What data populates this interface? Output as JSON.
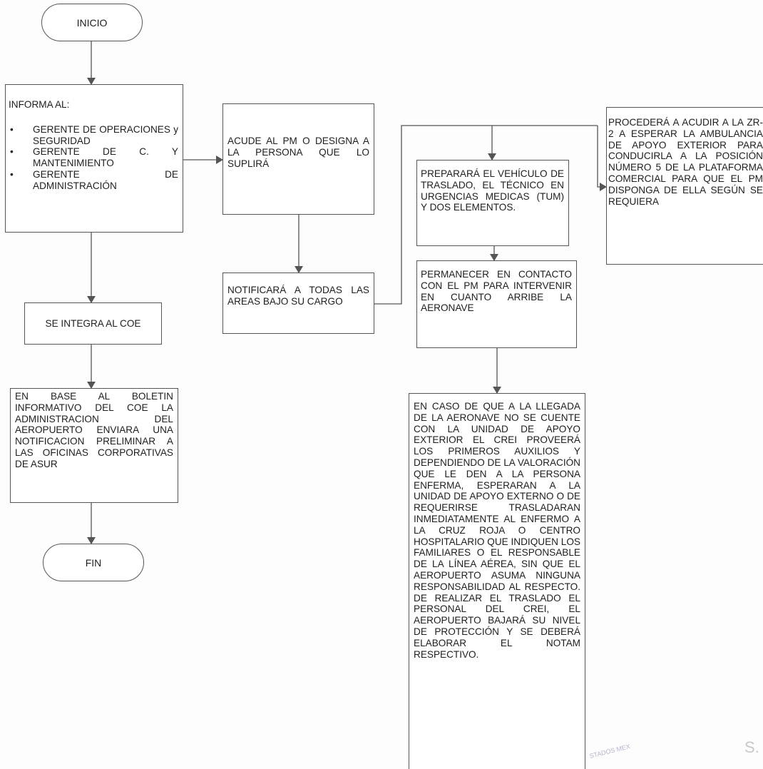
{
  "flow": {
    "start": "INICIO",
    "end": "FIN",
    "inform": {
      "heading": "INFORMA AL:",
      "items": [
        "GERENTE DE OPERACIONES y SEGURIDAD",
        "GERENTE DE C. Y MANTENIMIENTO",
        "GERENTE DE ADMINISTRACIÓN"
      ]
    },
    "coe": "SE INTEGRA AL COE",
    "boletin": "EN BASE AL BOLETIN INFORMATIVO DEL COE LA ADMINISTRACION DEL AEROPUERTO ENVIARA UNA NOTIFICACION PRELIMINAR A LAS OFICINAS CORPORATIVAS DE ASUR",
    "acude": "ACUDE AL PM O DESIGNA A LA PERSONA QUE LO SUPLIRÁ",
    "notificara": "NOTIFICARÁ A TODAS LAS AREAS BAJO SU CARGO",
    "preparara": "PREPARARÁ EL VEHÍCULO DE TRASLADO, EL TÉCNICO EN URGENCIAS MEDICAS (TUM) Y DOS ELEMENTOS.",
    "permanecer": "PERMANECER EN CONTACTO CON EL PM PARA INTERVENIR EN CUANTO ARRIBE LA AERONAVE",
    "caso": "EN CASO DE QUE A LA LLEGADA DE LA AERONAVE NO SE CUENTE CON LA UNIDAD DE APOYO EXTERIOR EL CREI PROVEERÁ LOS PRIMEROS AUXILIOS Y DEPENDIENDO DE LA VALORACIÓN QUE LE DEN A LA PERSONA ENFERMA, ESPERARAN A LA UNIDAD DE APOYO EXTERNO O DE REQUERIRSE TRASLADARAN INMEDIATAMENTE AL ENFERMO A LA CRUZ ROJA O CENTRO HOSPITALARIO QUE INDIQUEN LOS FAMILIARES O EL RESPONSABLE DE LA LÍNEA AÉREA, SIN QUE EL AEROPUERTO ASUMA NINGUNA RESPONSABILIDAD AL RESPECTO. DE REALIZAR EL TRASLADO EL PERSONAL DEL CREI, EL AEROPUERTO BAJARÁ SU NIVEL DE PROTECCIÓN Y SE DEBERÁ ELABORAR EL NOTAM RESPECTIVO.",
    "procedera": "PROCEDERÁ A ACUDIR A LA ZR-2 A ESPERAR LA AMBULANCIA DE APOYO EXTERIOR PARA CONDUCIRLA A LA POSICIÓN NÚMERO 5 DE LA PLATAFORMA COMERCIAL PARA QUE EL PM DISPONGA DE ELLA SEGÚN SE REQUIERA"
  },
  "marks": {
    "bullet": "•",
    "seal": "STADOS MEX",
    "corner": "S."
  },
  "colors": {
    "line": "#555555",
    "text": "#1e1e1e"
  }
}
